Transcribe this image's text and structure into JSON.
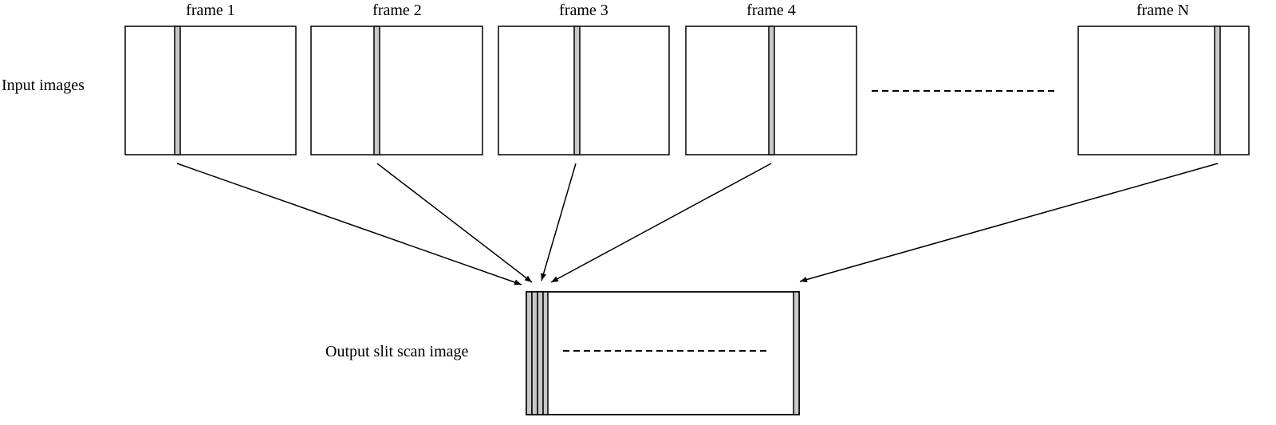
{
  "frames": [
    {
      "label": "frame 1"
    },
    {
      "label": "frame 2"
    },
    {
      "label": "frame 3"
    },
    {
      "label": "frame 4"
    },
    {
      "label": "frame N"
    }
  ],
  "labels": {
    "input": "Input images",
    "output": "Output slit scan image"
  },
  "colors": {
    "slit": "#c8c8c8",
    "stroke": "#000000"
  }
}
